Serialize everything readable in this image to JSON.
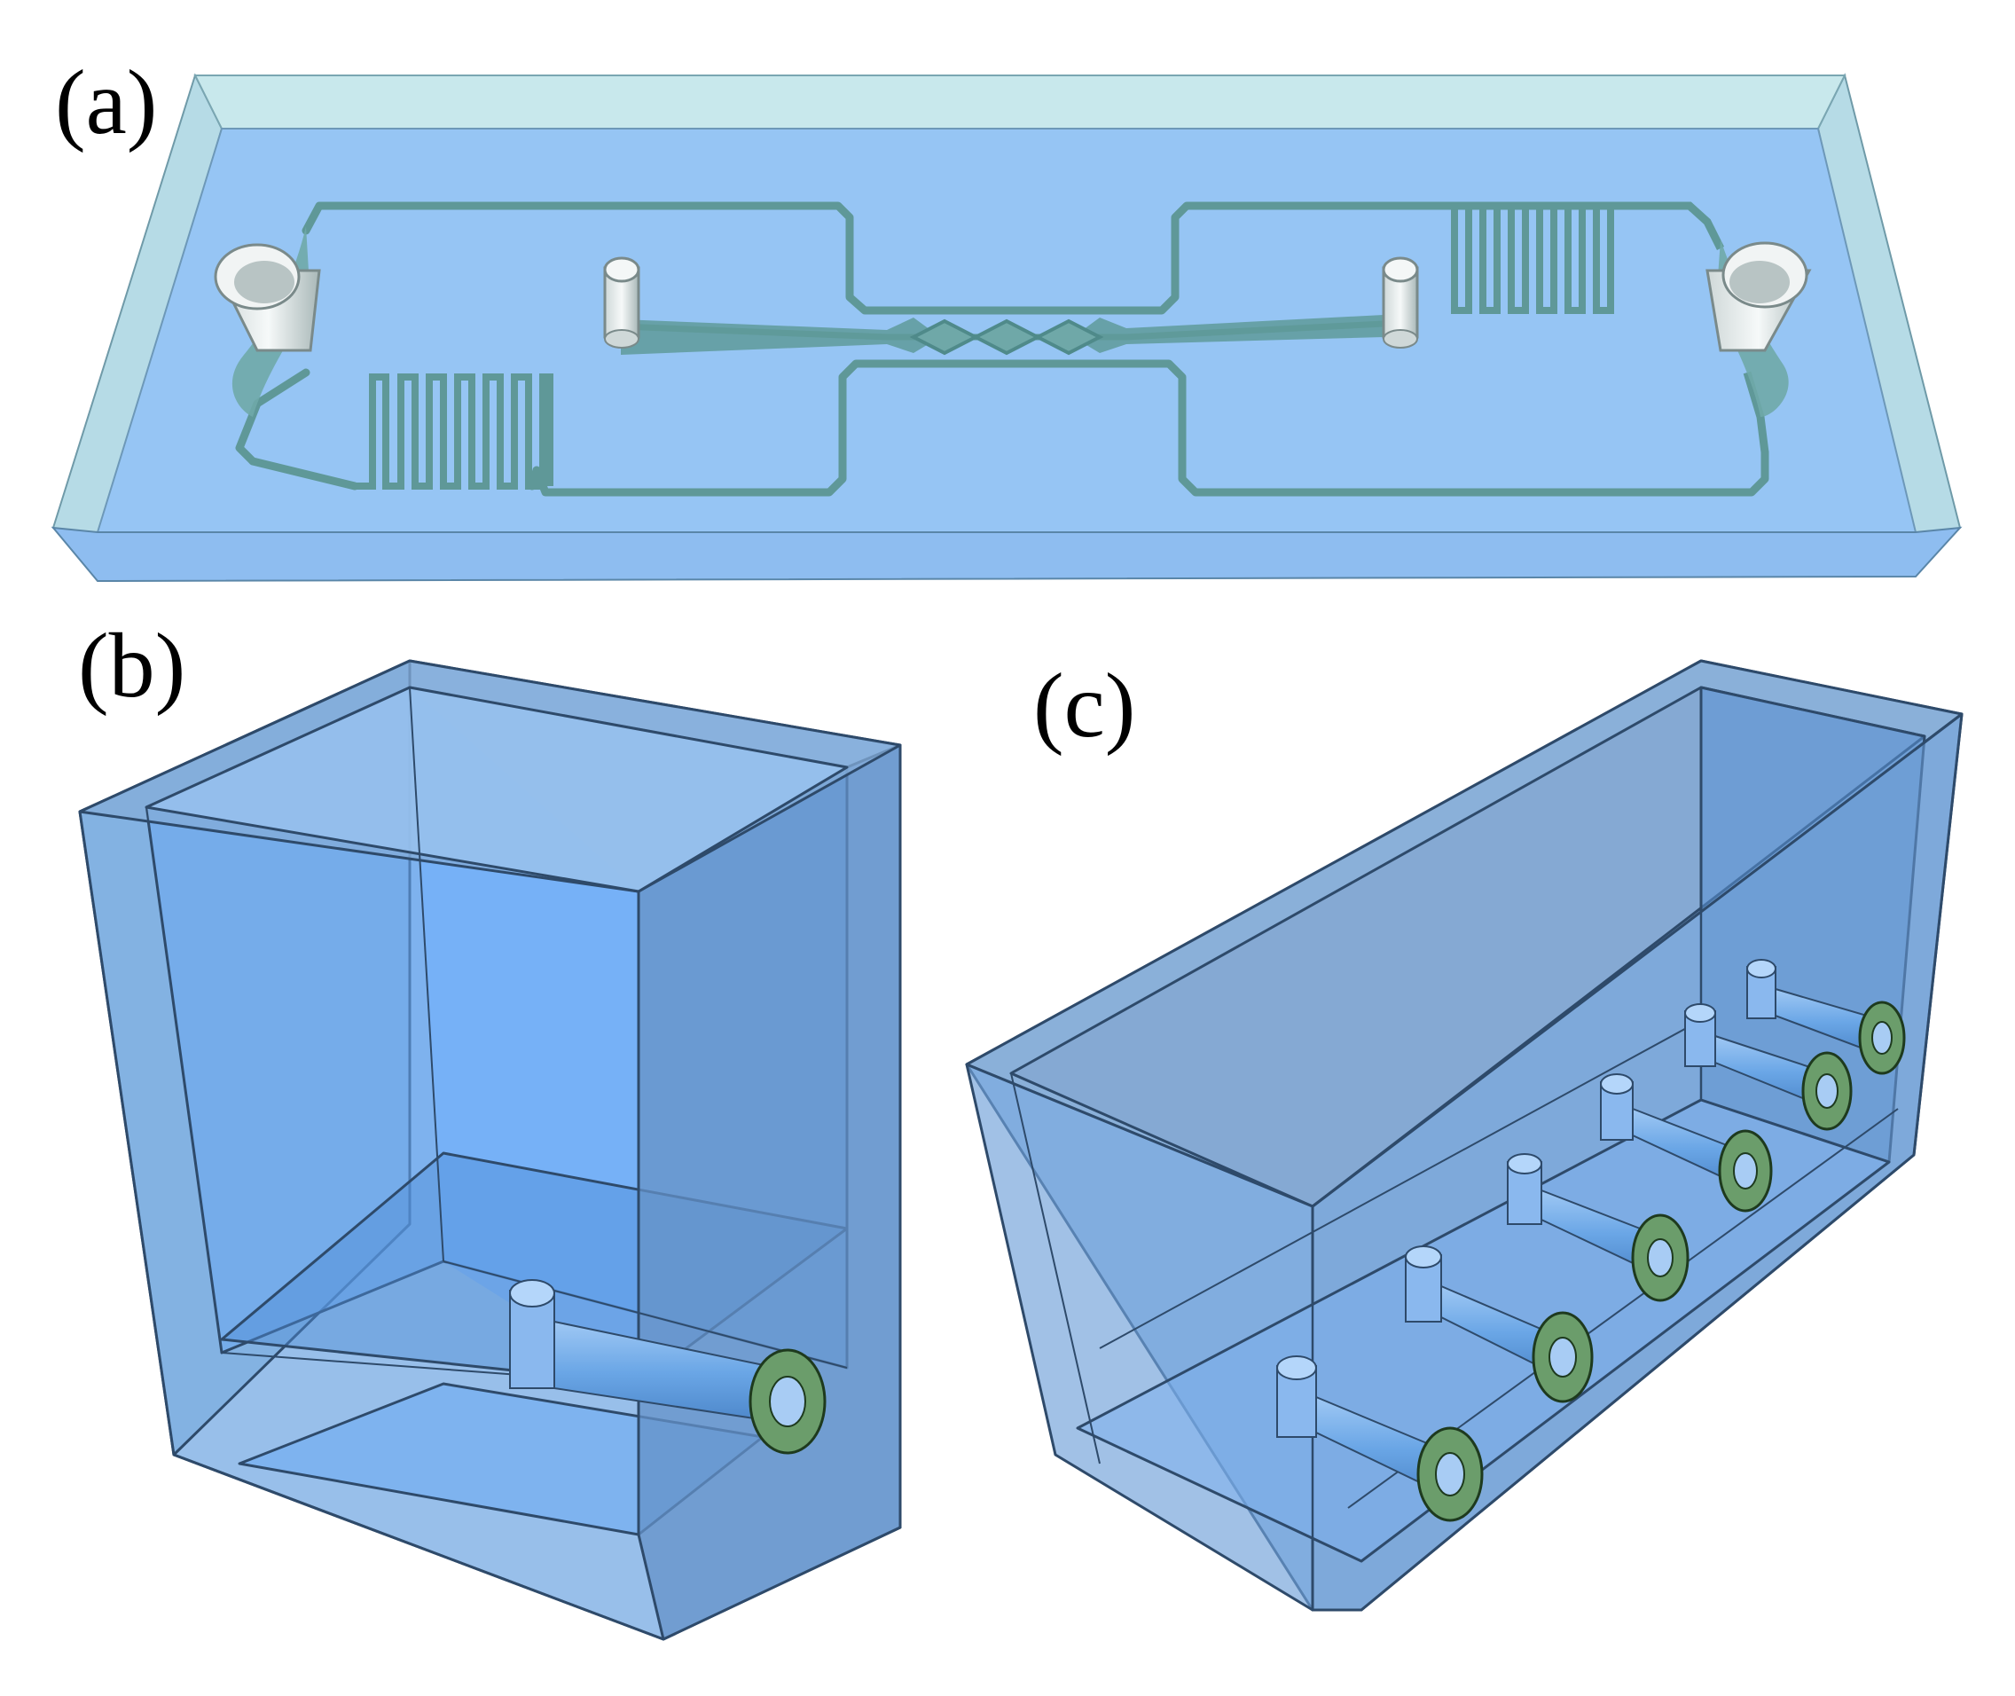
{
  "panels": [
    {
      "id": "a",
      "label": "(a)"
    },
    {
      "id": "b",
      "label": "(b)"
    },
    {
      "id": "c",
      "label": "(c)"
    }
  ],
  "colors": {
    "body": "#8fc0f0",
    "body_edge": "#b7dde6",
    "channel": "#6fa8a8",
    "channel_stroke": "#4f8a8a",
    "tank": "#5b93d6",
    "tank_edge": "#2e4a6a",
    "port_ring": "#6a9a6a"
  }
}
